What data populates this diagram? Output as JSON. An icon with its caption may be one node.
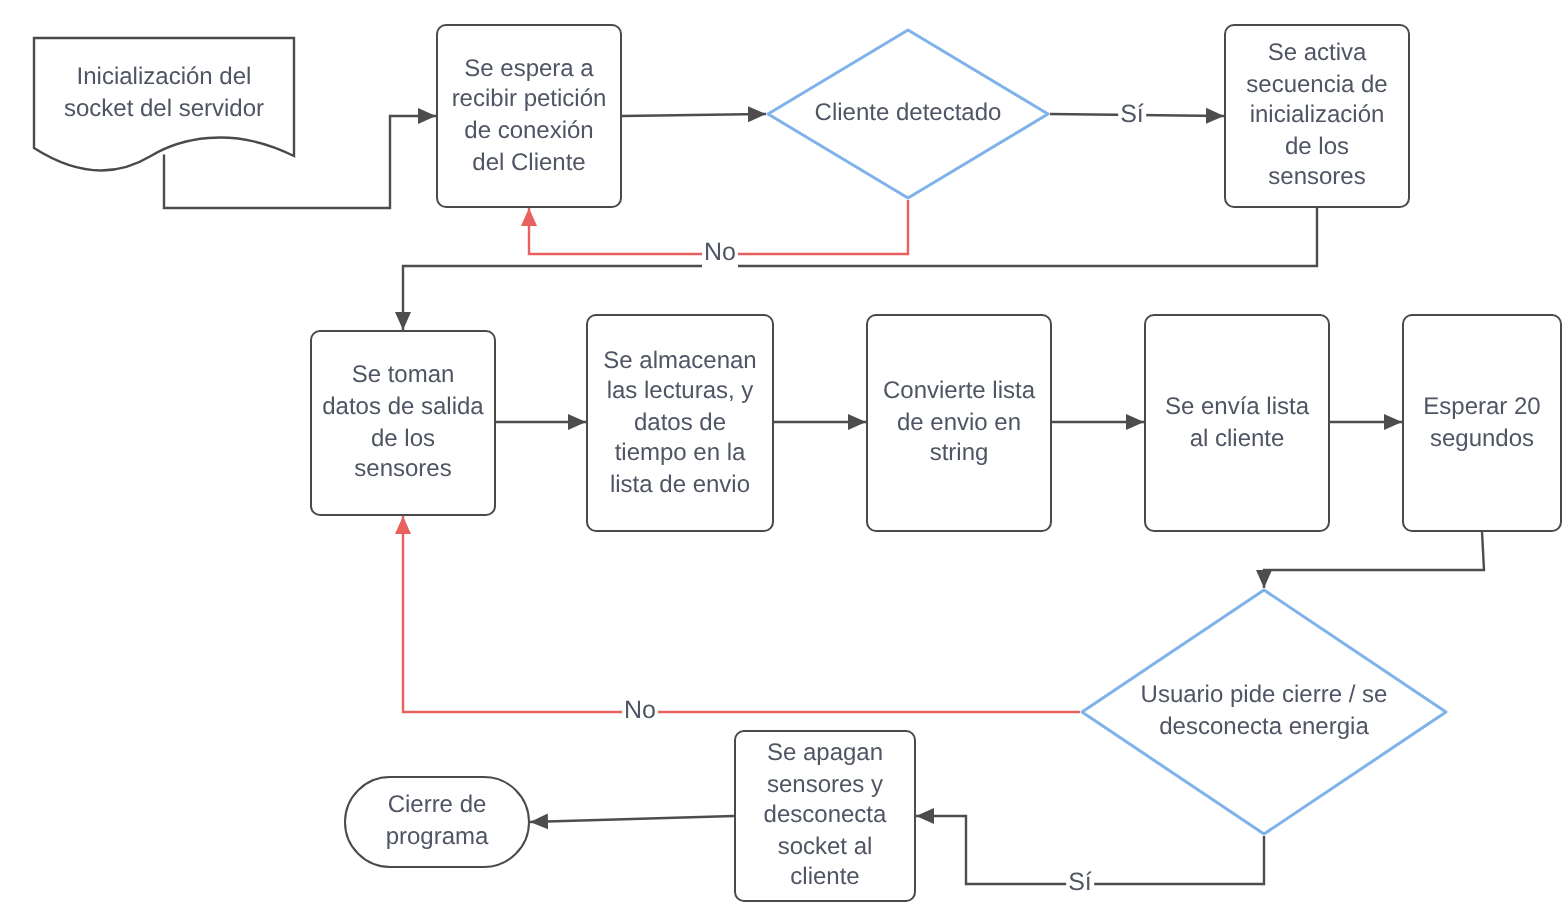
{
  "diagram": {
    "nodes": [
      {
        "text": [
          "Inicialización del socket del servidor"
        ]
      },
      {
        "text": [
          "Se espera a recibir petición de conexión del Cliente"
        ]
      },
      {
        "text": [
          "Cliente detectado"
        ]
      },
      {
        "text": [
          "Se activa secuencia de inicialización de los sensores"
        ]
      },
      {
        "text": [
          "Se toman datos de salida de los sensores"
        ]
      },
      {
        "text": [
          "Se almacenan las lecturas, y datos de tiempo en la lista de envio"
        ]
      },
      {
        "text": [
          "Convierte lista de envio en string"
        ]
      },
      {
        "text": [
          "Se envía lista al cliente"
        ]
      },
      {
        "text": [
          "Esperar 20 segundos"
        ]
      },
      {
        "text": [
          "Usuario pide cierre / se desconecta energia"
        ]
      },
      {
        "text": [
          "Se apagan sensores y desconecta socket al cliente"
        ]
      },
      {
        "text": [
          "Cierre de programa"
        ]
      }
    ],
    "edges": [
      {
        "from": 0,
        "to": 1,
        "arrow": "to"
      },
      {
        "from": 1,
        "to": 2,
        "arrow": "to"
      },
      {
        "from": 2,
        "to": 3,
        "arrow": "to",
        "label": "Sí"
      },
      {
        "from": 2,
        "to": 1,
        "arrow": "to",
        "label": "No",
        "color": "#e8615e"
      },
      {
        "from": 3,
        "to": 4,
        "arrow": "to"
      },
      {
        "from": 4,
        "to": 5,
        "arrow": "to"
      },
      {
        "from": 5,
        "to": 6,
        "arrow": "to"
      },
      {
        "from": 6,
        "to": 7,
        "arrow": "to"
      },
      {
        "from": 7,
        "to": 8,
        "arrow": "to"
      },
      {
        "from": 8,
        "to": 9,
        "arrow": "to"
      },
      {
        "from": 9,
        "to": 4,
        "arrow": "to",
        "label": "No",
        "color": "#e8615e"
      },
      {
        "from": 9,
        "to": 10,
        "arrow": "to",
        "label": "Sí"
      },
      {
        "from": 10,
        "to": 11,
        "arrow": "to"
      }
    ]
  }
}
